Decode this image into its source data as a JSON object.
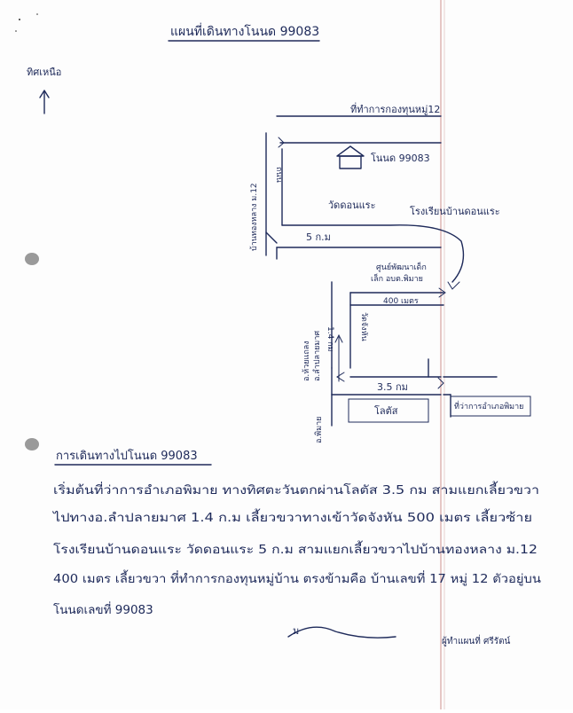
{
  "map": {
    "title": "แผนที่เดินทางโนนด 99083",
    "north_label": "ทิศเหนือ",
    "hq_label": "ที่ทำการกองทุนหมู่12",
    "house_label": "โนนด 99083",
    "road_vertical_left": "ถนน",
    "village_road_label": "บ้านทองหลาง ม.12",
    "temple_label": "วัดดอนแระ",
    "school_label": "โรงเรียนบ้านดอนแระ",
    "distance_5km": "5 ก.ม",
    "center_label_line1": "ศูนย์พัฒนาเด็ก",
    "center_label_line2": "เล็ก อบต.พิมาย",
    "distance_500m": "400 เมตร",
    "distance_1_4km": "1.4 กม",
    "place_vertical": "วัดจังหัน",
    "district_line1": "อ.ห้วยแถลง",
    "district_line2": "อ.ลำปลายมาศ",
    "distance_3_5km": "3.5 กม",
    "lotus_label": "โลตัส",
    "office_label": "ที่ว่าการอำเภอพิมาย",
    "phimai_vertical": "อ.พิมาย"
  },
  "directions": {
    "heading": "การเดินทางไปโนนด 99083",
    "lines": [
      "เริ่มต้นที่ว่าการอำเภอพิมาย ทางทิศตะวันตกผ่านโลตัส 3.5 กม สามแยกเลี้ยวขวา",
      "ไปทางอ.ลำปลายมาศ 1.4 ก.ม เลี้ยวขวาทางเข้าวัดจังหัน 500 เมตร เลี้ยวซ้าย",
      "โรงเรียนบ้านดอนแระ วัดดอนแระ 5 ก.ม สามแยกเลี้ยวขวาไปบ้านทองหลาง ม.12",
      "400 เมตร เลี้ยวขวา ที่ทำการกองทุนหมู่บ้าน ตรงข้ามคือ บ้านเลขที่ 17 หมู่ 12 ตัวอยู่บน",
      "โนนดเลขที่ 99083"
    ]
  },
  "signature": {
    "initial": "ม",
    "name": "ผู้ทำแผนที่ ศรีรัตน์"
  }
}
